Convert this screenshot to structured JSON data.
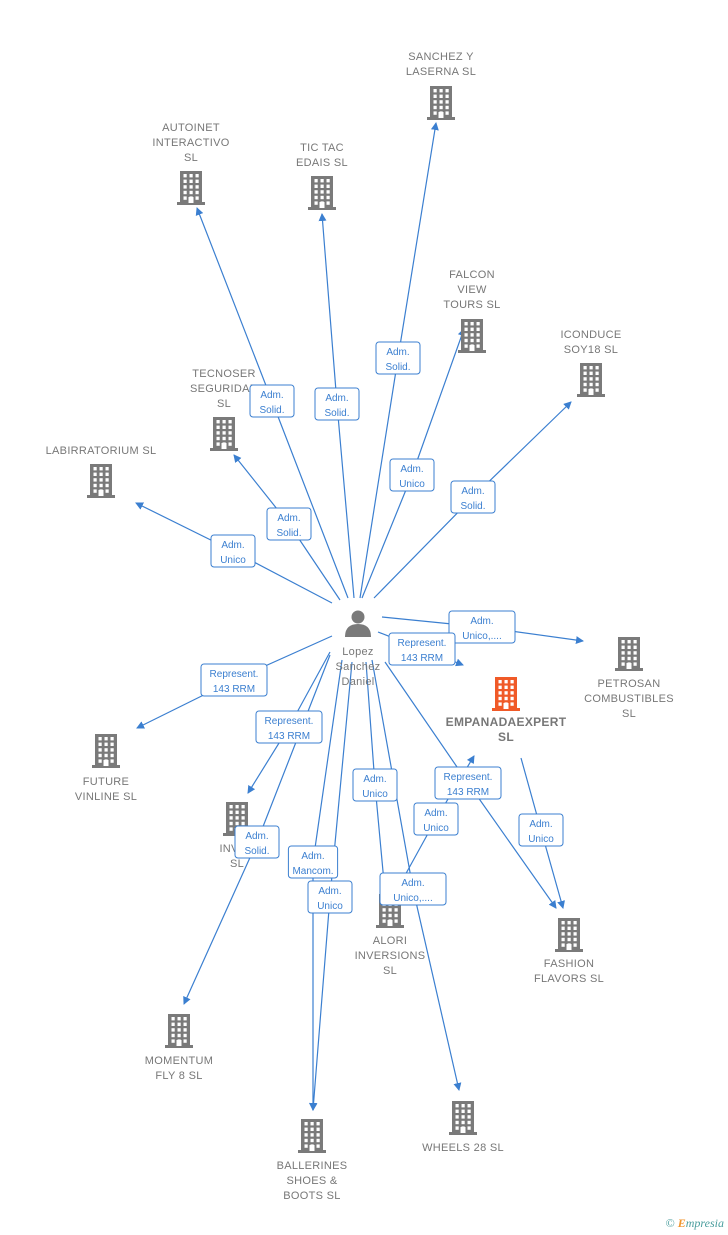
{
  "colors": {
    "edge": "#3b7fd0",
    "company": "#7a7a7a",
    "focus": "#f05a28",
    "person": "#7a7a7a",
    "label": "#777777"
  },
  "footer": {
    "copyright": "©",
    "brand_initial": "E",
    "brand_rest": "mpresia"
  },
  "person": {
    "id": "lopez",
    "lines": [
      "Lopez",
      "Sanchez",
      "Daniel"
    ],
    "icon": "person-icon"
  },
  "nodes": [
    {
      "id": "sanchez",
      "lines": [
        "SANCHEZ Y",
        "LASERNA  SL"
      ],
      "icon": "building-icon"
    },
    {
      "id": "autoinet",
      "lines": [
        "AUTOINET",
        "INTERACTIVO",
        "SL"
      ],
      "icon": "building-icon"
    },
    {
      "id": "tictac",
      "lines": [
        "TIC TAC",
        "EDAIS  SL"
      ],
      "icon": "building-icon"
    },
    {
      "id": "falcon",
      "lines": [
        "FALCON",
        "VIEW",
        "TOURS  SL"
      ],
      "icon": "building-icon"
    },
    {
      "id": "iconduce",
      "lines": [
        "ICONDUCE",
        "SOY18  SL"
      ],
      "icon": "building-icon"
    },
    {
      "id": "tecnoser",
      "lines": [
        "TECNOSER",
        "SEGURIDAD",
        "SL"
      ],
      "icon": "building-icon"
    },
    {
      "id": "labirratorium",
      "lines": [
        "LABIRRATORIUM SL"
      ],
      "icon": "building-icon"
    },
    {
      "id": "petrosan",
      "lines": [
        "PETROSAN",
        "COMBUSTIBLES",
        "SL"
      ],
      "icon": "building-icon"
    },
    {
      "id": "empanada",
      "lines": [
        "EMPANADAEXPERT",
        "SL"
      ],
      "icon": "building-icon",
      "focus": true
    },
    {
      "id": "future",
      "lines": [
        "FUTURE",
        "VINLINE  SL"
      ],
      "icon": "building-icon"
    },
    {
      "id": "inver",
      "lines": [
        "INVER",
        "SL"
      ],
      "icon": "building-icon"
    },
    {
      "id": "alori",
      "lines": [
        "ALORI",
        "INVERSIONS",
        "SL"
      ],
      "icon": "building-icon"
    },
    {
      "id": "fashion",
      "lines": [
        "FASHION",
        "FLAVORS  SL"
      ],
      "icon": "building-icon"
    },
    {
      "id": "momentum",
      "lines": [
        "MOMENTUM",
        "FLY 8  SL"
      ],
      "icon": "building-icon"
    },
    {
      "id": "ballerines",
      "lines": [
        "BALLERINES",
        "SHOES &",
        "BOOTS SL"
      ],
      "icon": "building-icon"
    },
    {
      "id": "wheels",
      "lines": [
        "WHEELS 28  SL"
      ],
      "icon": "building-icon"
    }
  ],
  "edges": [
    {
      "from": "lopez",
      "to": "sanchez",
      "label": [
        "Adm.",
        "Solid."
      ]
    },
    {
      "from": "lopez",
      "to": "autoinet",
      "label": [
        "Adm.",
        "Solid."
      ]
    },
    {
      "from": "lopez",
      "to": "tictac",
      "label": [
        "Adm.",
        "Solid."
      ]
    },
    {
      "from": "lopez",
      "to": "falcon",
      "label": [
        "Adm.",
        "Unico"
      ]
    },
    {
      "from": "lopez",
      "to": "iconduce",
      "label": [
        "Adm.",
        "Solid."
      ]
    },
    {
      "from": "lopez",
      "to": "tecnoser",
      "label": [
        "Adm.",
        "Solid."
      ]
    },
    {
      "from": "lopez",
      "to": "labirratorium",
      "label": [
        "Adm.",
        "Unico"
      ]
    },
    {
      "from": "lopez",
      "to": "petrosan",
      "label": [
        "Adm.",
        "Unico,...."
      ]
    },
    {
      "from": "lopez",
      "to": "empanada",
      "label": [
        "Represent.",
        "143 RRM"
      ]
    },
    {
      "from": "lopez",
      "to": "future",
      "label": [
        "Represent.",
        "143 RRM"
      ]
    },
    {
      "from": "lopez",
      "to": "inver",
      "label": [
        "Represent.",
        "143 RRM"
      ]
    },
    {
      "from": "lopez",
      "to": "momentum",
      "label": [
        "Adm.",
        "Solid."
      ]
    },
    {
      "from": "lopez",
      "to": "ballerines",
      "label": [
        "Adm.",
        "Mancom."
      ]
    },
    {
      "from": "lopez",
      "to": "ballerines",
      "label": [
        "Adm.",
        "Unico"
      ]
    },
    {
      "from": "lopez",
      "to": "alori",
      "label": [
        "Adm.",
        "Unico"
      ]
    },
    {
      "from": "lopez",
      "to": "wheels",
      "label": [
        "Adm.",
        "Unico,...."
      ]
    },
    {
      "from": "lopez",
      "to": "fashion",
      "label": [
        "Represent.",
        "143 RRM"
      ]
    },
    {
      "from": "alori",
      "to": "empanada",
      "label": [
        "Adm.",
        "Unico"
      ]
    },
    {
      "from": "empanada",
      "to": "fashion",
      "label": [
        "Adm.",
        "Unico"
      ]
    }
  ]
}
